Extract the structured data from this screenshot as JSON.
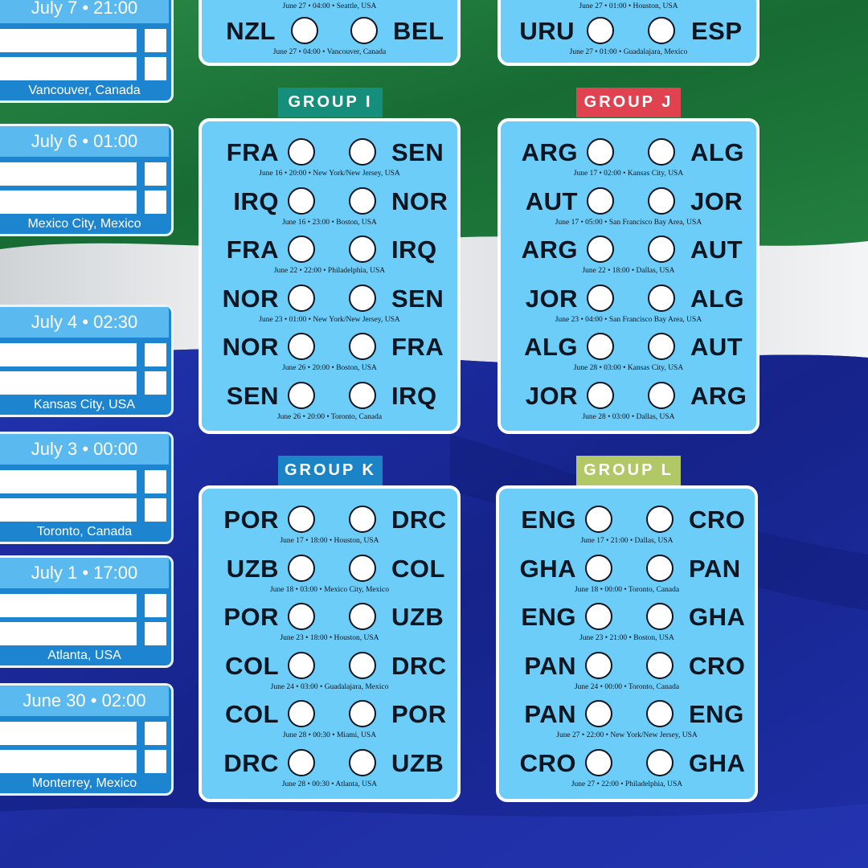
{
  "colors": {
    "flag_green": "#1f7a3c",
    "flag_white": "#e9ecef",
    "flag_blue": "#1b2ba0",
    "card": "#6dcdf9",
    "ko_blue": "#1d85cf",
    "ko_header": "#5ab9ee",
    "group_i": "#168e7c",
    "group_j": "#e0424f",
    "group_k": "#1a84c7",
    "group_l": "#b2c766"
  },
  "knockout": [
    {
      "date": "July 7 • 21:00",
      "venue": "Vancouver, Canada"
    },
    {
      "date": "July 6 • 01:00",
      "venue": "Mexico City, Mexico"
    },
    {
      "date": "July 4 • 02:30",
      "venue": "Kansas City, USA"
    },
    {
      "date": "July 3 • 00:00",
      "venue": "Toronto, Canada"
    },
    {
      "date": "July 1 • 17:00",
      "venue": "Atlanta, USA"
    },
    {
      "date": "June 30 • 02:00",
      "venue": "Monterrey, Mexico"
    }
  ],
  "top_cards": [
    {
      "header": "June 27 • 04:00 • Seattle, USA",
      "home": "NZL",
      "away": "BEL",
      "info": "June 27 • 04:00 • Vancouver, Canada"
    },
    {
      "header": "June 27 • 01:00 • Houston, USA",
      "home": "URU",
      "away": "ESP",
      "info": "June 27 • 01:00 • Guadalajara, Mexico"
    }
  ],
  "groups": [
    {
      "label": "GROUP I",
      "matches": [
        {
          "home": "FRA",
          "away": "SEN",
          "info": "June 16 • 20:00 • New York/New Jersey, USA"
        },
        {
          "home": "IRQ",
          "away": "NOR",
          "info": "June 16 • 23:00 • Boston, USA"
        },
        {
          "home": "FRA",
          "away": "IRQ",
          "info": "June 22 • 22:00 • Philadelphia, USA"
        },
        {
          "home": "NOR",
          "away": "SEN",
          "info": "June 23 • 01:00 • New York/New Jersey, USA"
        },
        {
          "home": "NOR",
          "away": "FRA",
          "info": "June 26 • 20:00 • Boston, USA"
        },
        {
          "home": "SEN",
          "away": "IRQ",
          "info": "June 26 • 20:00 • Toronto, Canada"
        }
      ]
    },
    {
      "label": "GROUP J",
      "matches": [
        {
          "home": "ARG",
          "away": "ALG",
          "info": "June 17 • 02:00 • Kansas City, USA"
        },
        {
          "home": "AUT",
          "away": "JOR",
          "info": "June 17 • 05:00 • San Francisco Bay Area, USA"
        },
        {
          "home": "ARG",
          "away": "AUT",
          "info": "June 22 • 18:00 • Dallas, USA"
        },
        {
          "home": "JOR",
          "away": "ALG",
          "info": "June 23 • 04:00 • San Francisco Bay Area, USA"
        },
        {
          "home": "ALG",
          "away": "AUT",
          "info": "June 28 • 03:00 • Kansas City, USA"
        },
        {
          "home": "JOR",
          "away": "ARG",
          "info": "June 28 • 03:00 • Dallas, USA"
        }
      ]
    },
    {
      "label": "GROUP K",
      "matches": [
        {
          "home": "POR",
          "away": "DRC",
          "info": "June 17 • 18:00 • Houston, USA"
        },
        {
          "home": "UZB",
          "away": "COL",
          "info": "June 18 • 03:00 • Mexico City, Mexico"
        },
        {
          "home": "POR",
          "away": "UZB",
          "info": "June 23 • 18:00 • Houston, USA"
        },
        {
          "home": "COL",
          "away": "DRC",
          "info": "June 24 • 03:00 • Guadalajara, Mexico"
        },
        {
          "home": "COL",
          "away": "POR",
          "info": "June 28 • 00:30 • Miami, USA"
        },
        {
          "home": "DRC",
          "away": "UZB",
          "info": "June 28 • 00:30 • Atlanta, USA"
        }
      ]
    },
    {
      "label": "GROUP L",
      "matches": [
        {
          "home": "ENG",
          "away": "CRO",
          "info": "June 17 • 21:00 • Dallas, USA"
        },
        {
          "home": "GHA",
          "away": "PAN",
          "info": "June 18 • 00:00 • Toronto, Canada"
        },
        {
          "home": "ENG",
          "away": "GHA",
          "info": "June 23 • 21:00 • Boston, USA"
        },
        {
          "home": "PAN",
          "away": "CRO",
          "info": "June 24 • 00:00 • Toronto, Canada"
        },
        {
          "home": "PAN",
          "away": "ENG",
          "info": "June 27 • 22:00 • New York/New Jersey, USA"
        },
        {
          "home": "CRO",
          "away": "GHA",
          "info": "June 27 • 22:00 • Philadelphia, USA"
        }
      ]
    }
  ]
}
